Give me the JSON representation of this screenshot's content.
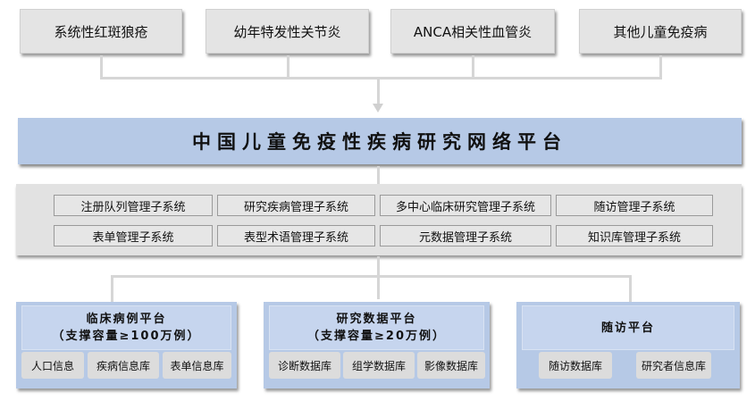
{
  "diseases": [
    "系统性红斑狼疮",
    "幼年特发性关节炎",
    "ANCA相关性血管炎",
    "其他儿童免疫病"
  ],
  "main_title": "中国儿童免疫性疾病研究网络平台",
  "subsystems": [
    "注册队列管理子系统",
    "研究疾病管理子系统",
    "多中心临床研究管理子系统",
    "随访管理子系统",
    "表单管理子系统",
    "表型术语管理子系统",
    "元数据管理子系统",
    "知识库管理子系统"
  ],
  "platforms": [
    {
      "title": "临床病例平台",
      "capacity": "（支撑容量≥100万例）",
      "dbs": [
        "人口信息",
        "疾病信息库",
        "表单信息库"
      ]
    },
    {
      "title": "研究数据平台",
      "capacity": "（支撑容量≥20万例）",
      "dbs": [
        "诊断数据库",
        "组学数据库",
        "影像数据库"
      ]
    },
    {
      "title": "随访平台",
      "dbs": [
        "随访数据库",
        "研究者信息库"
      ]
    }
  ]
}
